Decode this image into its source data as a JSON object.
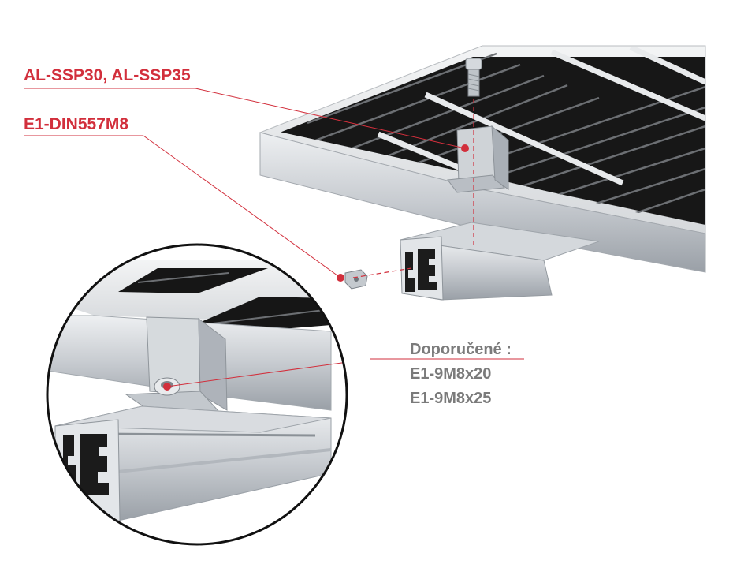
{
  "callouts": {
    "clamp_part": "AL-SSP30, AL-SSP35",
    "nut_part": "E1-DIN557M8"
  },
  "recommendation": {
    "heading": "Doporučené :",
    "options": [
      "E1-9M8x20",
      "E1-9M8x25"
    ]
  },
  "colors": {
    "accent": "#d22f3c",
    "secondary_text": "#7b7b7b",
    "panel_cell": "#1a1a1a",
    "aluminium": "#c9cdd2"
  }
}
